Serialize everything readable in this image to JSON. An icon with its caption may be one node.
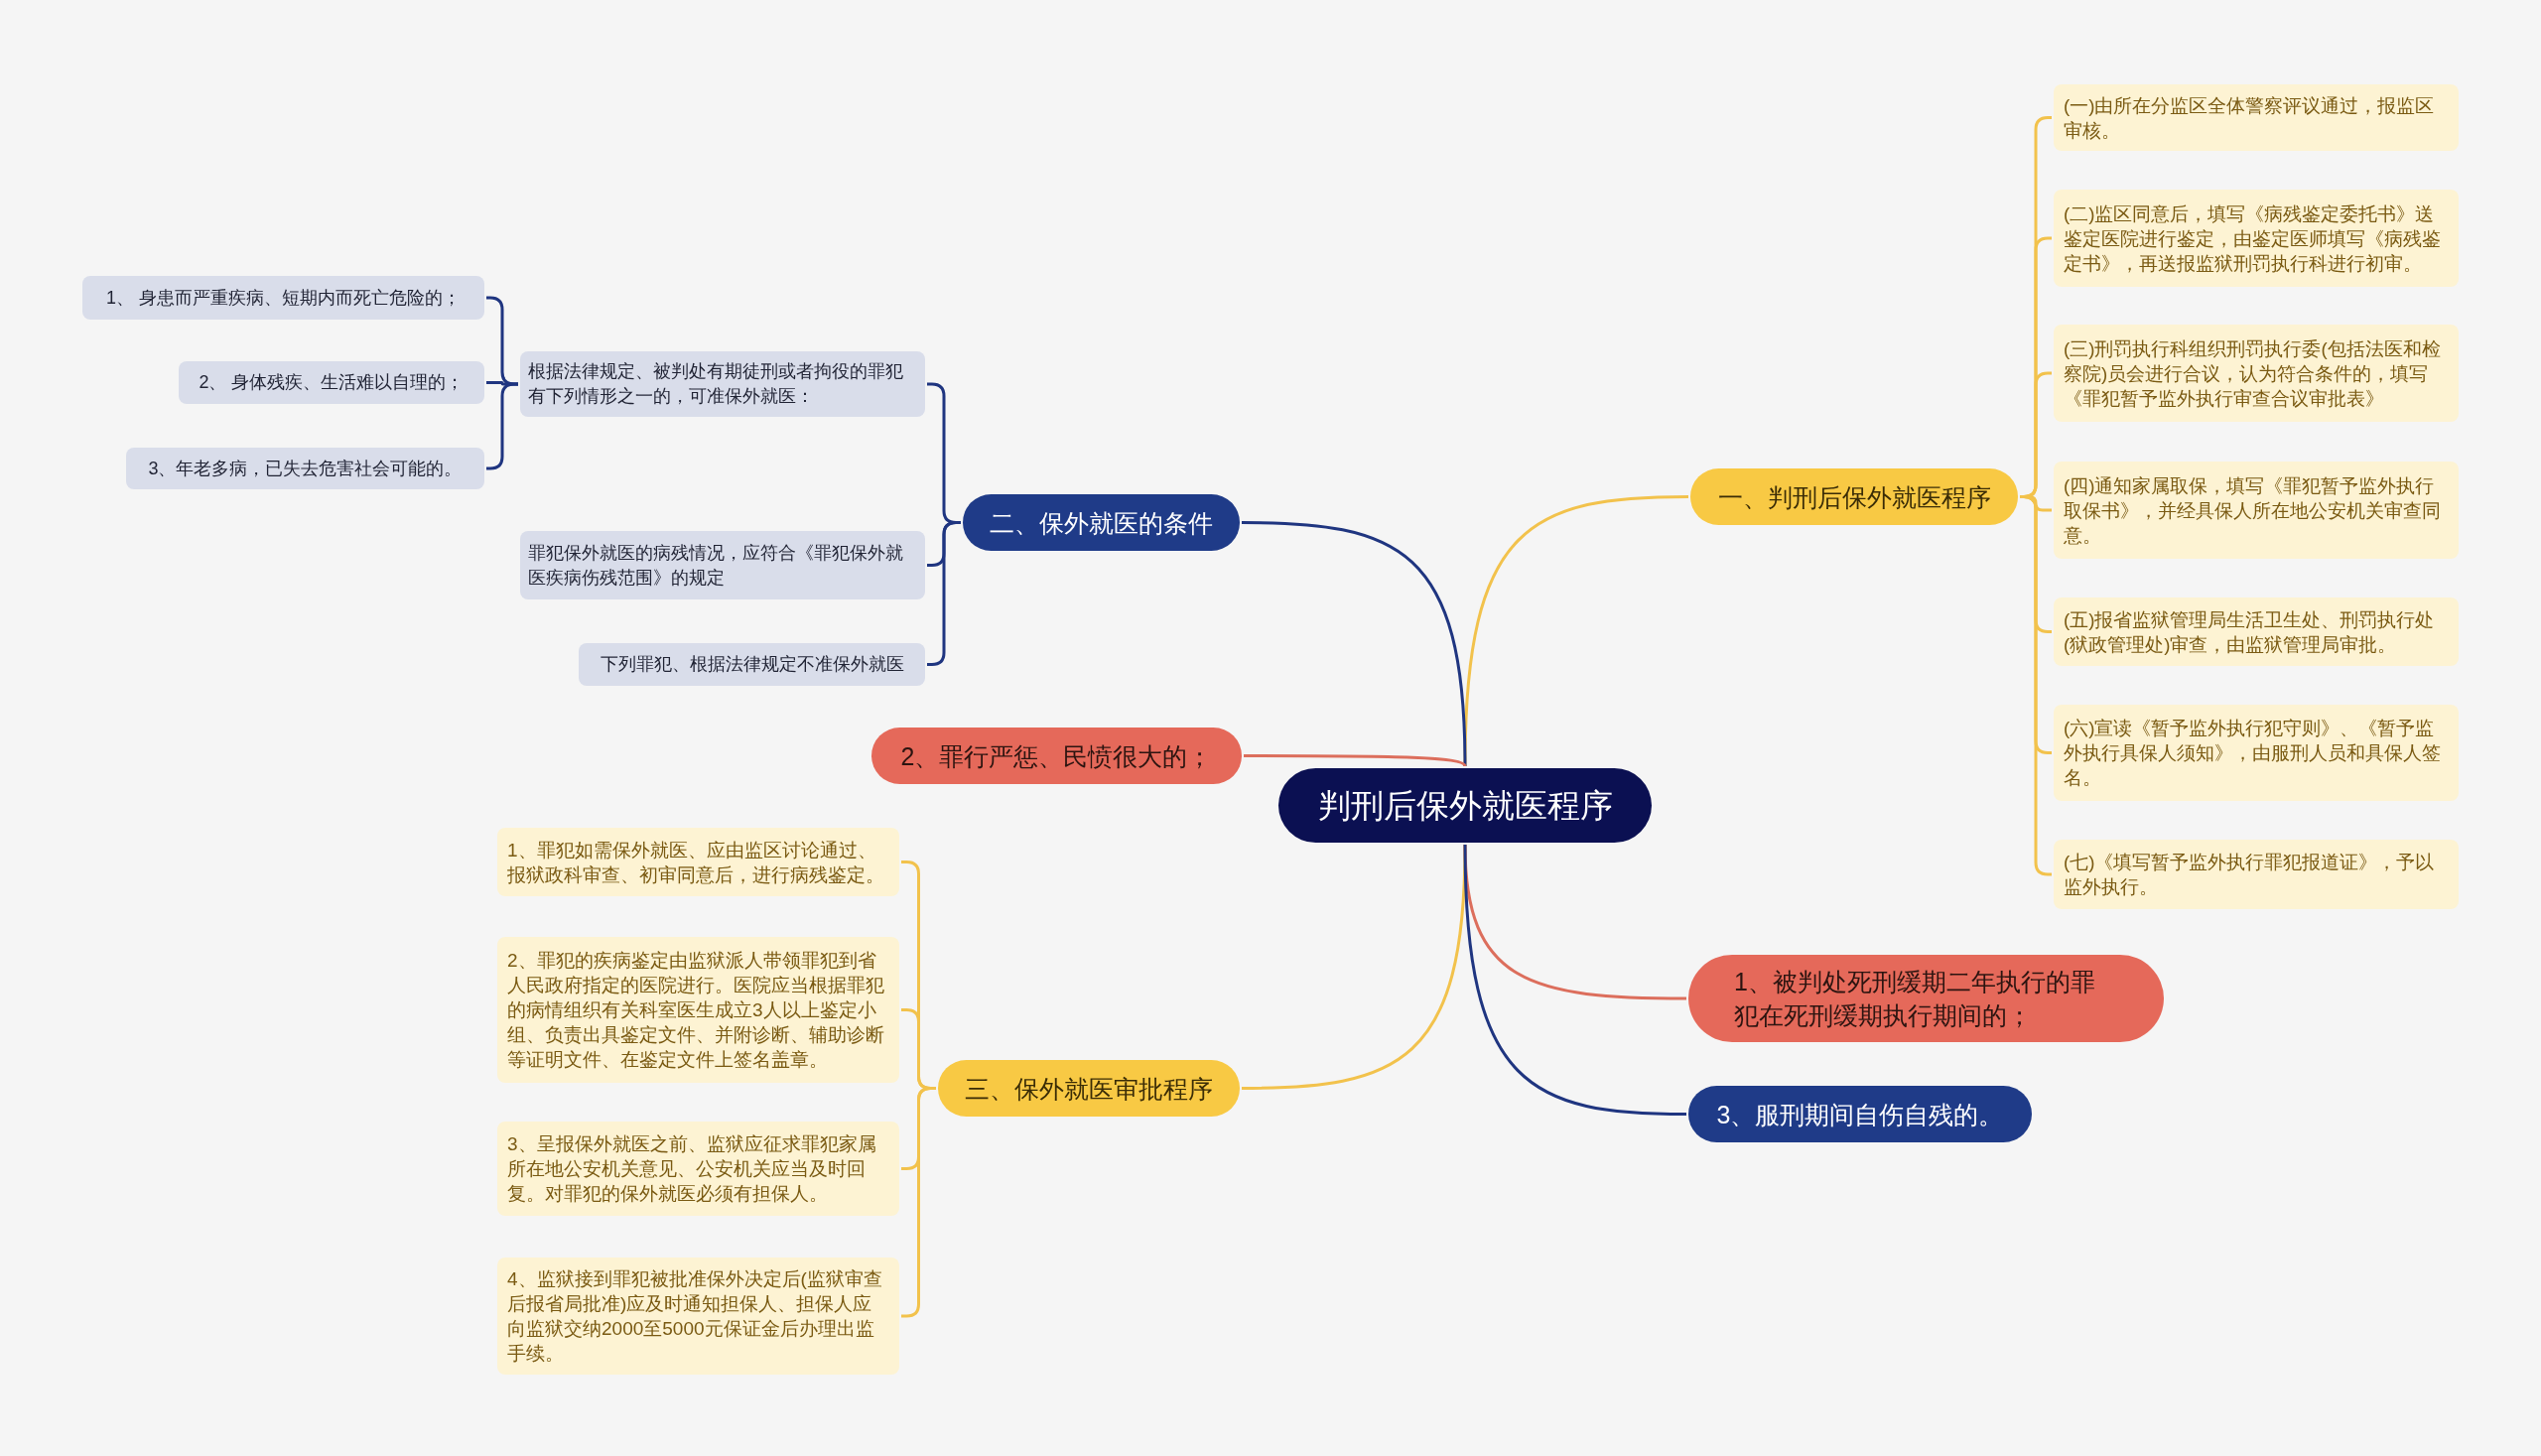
{
  "diagram": {
    "nodes": [
      {
        "text": [
          "判刑后保外就医程序"
        ]
      },
      {
        "text": [
          "一、判刑后保外就医程序"
        ]
      },
      {
        "text": [
          "(一)由所在分监区全体警察评议通过，报监区审核。"
        ]
      },
      {
        "text": [
          "(二)监区同意后，填写《病残鉴定委托书》送鉴定医院进行鉴定，由鉴定医师填写《病残鉴定书》，再送报监狱刑罚执行科进行初审。"
        ]
      },
      {
        "text": [
          "(三)刑罚执行科组织刑罚执行委(包括法医和检察院)员会进行合议，认为符合条件的，填写《罪犯暂予监外执行审查合议审批表》"
        ]
      },
      {
        "text": [
          "(四)通知家属取保，填写《罪犯暂予监外执行取保书》，并经具保人所在地公安机关审查同意。"
        ]
      },
      {
        "text": [
          "(五)报省监狱管理局生活卫生处、刑罚执行处(狱政管理处)审查，由监狱管理局审批。"
        ]
      },
      {
        "text": [
          "(六)宣读《暂予监外执行犯守则》、《暂予监外执行具保人须知》，由服刑人员和具保人签名。"
        ]
      },
      {
        "text": [
          "(七)《填写暂予监外执行罪犯报道证》，予以监外执行。"
        ]
      },
      {
        "text": [
          "二、保外就医的条件"
        ]
      },
      {
        "text": [
          "根据法律规定、被判处有期徒刑或者拘役的罪犯有下列情形之一的，可准保外就医："
        ]
      },
      {
        "text": [
          "1、 身患而严重疾病、短期内而死亡危险的；"
        ]
      },
      {
        "text": [
          "2、 身体残疾、生活难以自理的；"
        ]
      },
      {
        "text": [
          "3、年老多病，已失去危害社会可能的。"
        ]
      },
      {
        "text": [
          "罪犯保外就医的病残情况，应符合《罪犯保外就医疾病伤残范围》的规定"
        ]
      },
      {
        "text": [
          "下列罪犯、根据法律规定不准保外就医"
        ]
      },
      {
        "text": [
          "2、罪行严惩、民愤很大的；"
        ]
      },
      {
        "text": [
          "三、保外就医审批程序"
        ]
      },
      {
        "text": [
          "1、罪犯如需保外就医、应由监区讨论通过、报狱政科审查、初审同意后，进行病残鉴定。"
        ]
      },
      {
        "text": [
          "2、罪犯的疾病鉴定由监狱派人带领罪犯到省人民政府指定的医院进行。医院应当根据罪犯的病情组织有关科室医生成立3人以上鉴定小组、负责出具鉴定文件、并附诊断、辅助诊断等证明文件、在鉴定文件上签名盖章。"
        ]
      },
      {
        "text": [
          "3、呈报保外就医之前、监狱应征求罪犯家属所在地公安机关意见、公安机关应当及时回复。对罪犯的保外就医必须有担保人。"
        ]
      },
      {
        "text": [
          "4、监狱接到罪犯被批准保外决定后(监狱审查后报省局批准)应及时通知担保人、担保人应向监狱交纳2000至5000元保证金后办理出监手续。"
        ]
      },
      {
        "text": [
          "1、被判处死刑缓期二年执行的罪犯在死刑缓期执行期间的；"
        ]
      },
      {
        "text": [
          "3、服刑期间自伤自残的。"
        ]
      }
    ],
    "edges": [
      {
        "from": 0,
        "to": 1,
        "arrow": "none"
      },
      {
        "from": 1,
        "to": 2,
        "arrow": "none"
      },
      {
        "from": 1,
        "to": 3,
        "arrow": "none"
      },
      {
        "from": 1,
        "to": 4,
        "arrow": "none"
      },
      {
        "from": 1,
        "to": 5,
        "arrow": "none"
      },
      {
        "from": 1,
        "to": 6,
        "arrow": "none"
      },
      {
        "from": 1,
        "to": 7,
        "arrow": "none"
      },
      {
        "from": 1,
        "to": 8,
        "arrow": "none"
      },
      {
        "from": 0,
        "to": 9,
        "arrow": "none",
        "color": "#1f3580"
      },
      {
        "from": 9,
        "to": 10,
        "arrow": "none",
        "color": "#1f3580"
      },
      {
        "from": 10,
        "to": 11,
        "arrow": "none",
        "color": "#1f3580"
      },
      {
        "from": 10,
        "to": 12,
        "arrow": "none",
        "color": "#1f3580"
      },
      {
        "from": 10,
        "to": 13,
        "arrow": "none",
        "color": "#1f3580"
      },
      {
        "from": 9,
        "to": 14,
        "arrow": "none",
        "color": "#1f3580"
      },
      {
        "from": 9,
        "to": 15,
        "arrow": "none",
        "color": "#1f3580"
      },
      {
        "from": 0,
        "to": 16,
        "arrow": "none",
        "color": "#dc6e5c"
      },
      {
        "from": 0,
        "to": 17,
        "arrow": "none"
      },
      {
        "from": 17,
        "to": 18,
        "arrow": "none"
      },
      {
        "from": 17,
        "to": 19,
        "arrow": "none"
      },
      {
        "from": 17,
        "to": 20,
        "arrow": "none"
      },
      {
        "from": 17,
        "to": 21,
        "arrow": "none"
      },
      {
        "from": 0,
        "to": 22,
        "arrow": "none",
        "color": "#dc6e5c"
      },
      {
        "from": 0,
        "to": 23,
        "arrow": "none",
        "color": "#1f3580"
      }
    ]
  }
}
